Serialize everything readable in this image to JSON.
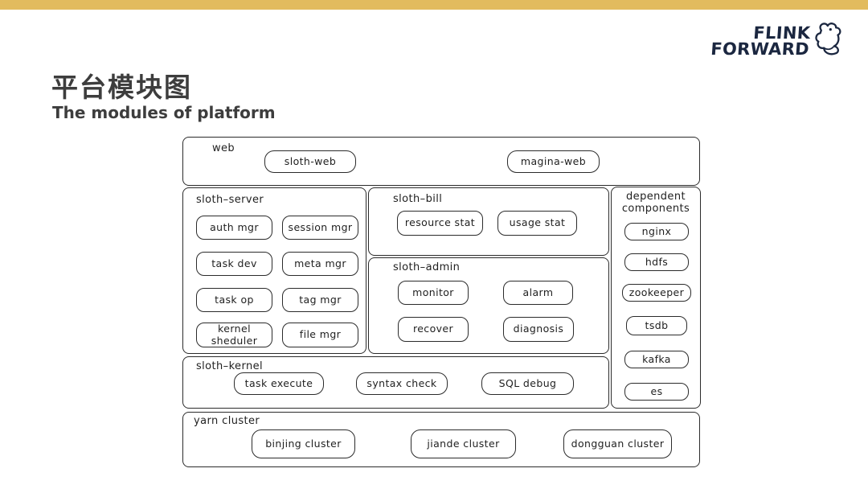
{
  "accent": {
    "top_bar_color": "#e2bb5e",
    "logo_color": "#1b2740"
  },
  "logo": {
    "line1": "FLINK",
    "line2": "FORWARD",
    "icon": "squirrel-icon"
  },
  "header": {
    "title": "平台模块图",
    "subtitle": "The modules of platform"
  },
  "diagram": {
    "web": {
      "label": "web",
      "items": [
        "sloth-web",
        "magina-web"
      ]
    },
    "sloth_server": {
      "label": "sloth–server",
      "items": [
        "auth mgr",
        "session mgr",
        "task dev",
        "meta mgr",
        "task op",
        "tag mgr",
        "kernel sheduler",
        "file mgr"
      ]
    },
    "sloth_bill": {
      "label": "sloth–bill",
      "items": [
        "resource stat",
        "usage stat"
      ]
    },
    "sloth_admin": {
      "label": "sloth–admin",
      "items": [
        "monitor",
        "alarm",
        "recover",
        "diagnosis"
      ]
    },
    "dependent_components": {
      "label": "dependent components",
      "items": [
        "nginx",
        "hdfs",
        "zookeeper",
        "tsdb",
        "kafka",
        "es"
      ]
    },
    "sloth_kernel": {
      "label": "sloth–kernel",
      "items": [
        "task execute",
        "syntax check",
        "SQL debug"
      ]
    },
    "yarn_cluster": {
      "label": "yarn cluster",
      "items": [
        "binjing cluster",
        "jiande cluster",
        "dongguan cluster"
      ]
    }
  }
}
